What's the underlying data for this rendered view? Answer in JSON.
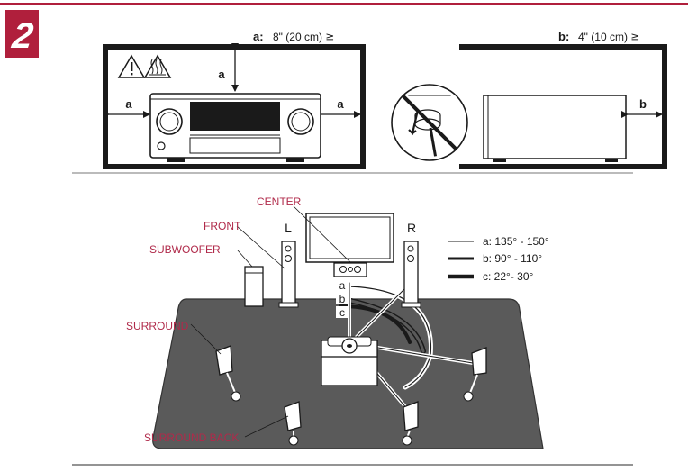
{
  "step": {
    "number": "2"
  },
  "clearance": {
    "a": {
      "key": "a:",
      "value": "8\" (20 cm) ≧"
    },
    "b": {
      "key": "b:",
      "value": "4\" (10 cm) ≧"
    },
    "dim_letters": {
      "a": "a",
      "b": "b"
    }
  },
  "warning_icons": [
    "exclamation-triangle-icon",
    "hot-surface-icon"
  ],
  "speakers": {
    "center": "CENTER",
    "front": "FRONT",
    "subwoofer": "SUBWOOFER",
    "surround": "SURROUND",
    "surround_back": "SURROUND BACK",
    "left_mark": "L",
    "right_mark": "R"
  },
  "angle_legend": [
    {
      "key": "a",
      "text": "a: 135° - 150°"
    },
    {
      "key": "b",
      "text": "b: 90° - 110°"
    },
    {
      "key": "c",
      "text": "c: 22°- 30°"
    }
  ],
  "arc_letters": [
    "a",
    "b",
    "c"
  ],
  "colors": {
    "accent": "#b01f3c",
    "label": "#b02a4a",
    "floor": "#5a5a5a",
    "ink": "#1a1a1a"
  }
}
